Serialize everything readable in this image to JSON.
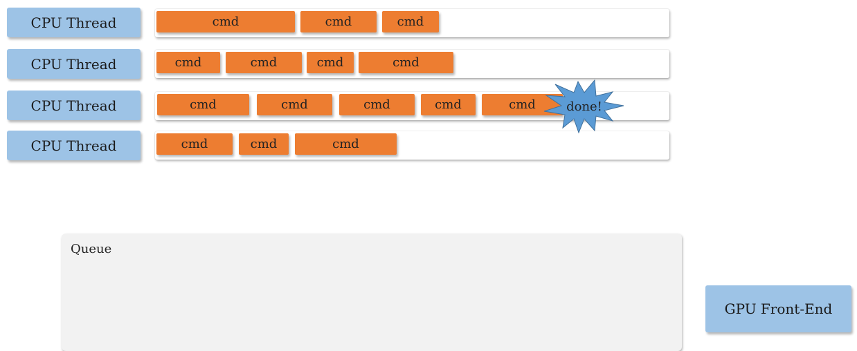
{
  "threads": [
    {
      "label": "CPU Thread",
      "cmds": [
        "cmd",
        "cmd",
        "cmd"
      ]
    },
    {
      "label": "CPU Thread",
      "cmds": [
        "cmd",
        "cmd",
        "cmd",
        "cmd"
      ]
    },
    {
      "label": "CPU Thread",
      "cmds": [
        "cmd",
        "cmd",
        "cmd",
        "cmd",
        "cmd"
      ]
    },
    {
      "label": "CPU Thread",
      "cmds": [
        "cmd",
        "cmd",
        "cmd"
      ]
    }
  ],
  "done_label": "done!",
  "queue": {
    "label": "Queue"
  },
  "gpu": {
    "label": "GPU Front-End"
  },
  "colors": {
    "thread_fill": "#9dc3e6",
    "cmd_fill": "#ed7d31",
    "burst_fill": "#5b9bd5",
    "queue_fill": "#f2f2f2"
  }
}
